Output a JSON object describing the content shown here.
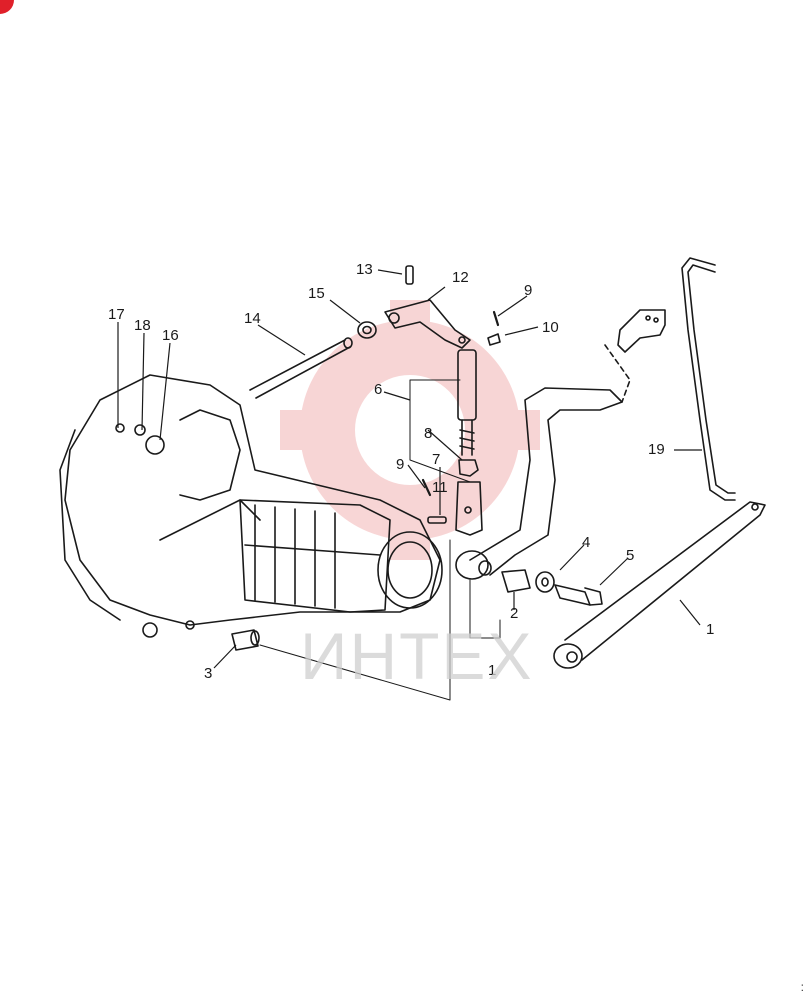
{
  "callouts": [
    {
      "id": "13",
      "text": "13"
    },
    {
      "id": "12",
      "text": "12"
    },
    {
      "id": "15",
      "text": "15"
    },
    {
      "id": "9a",
      "text": "9"
    },
    {
      "id": "10",
      "text": "10"
    },
    {
      "id": "14",
      "text": "14"
    },
    {
      "id": "17",
      "text": "17"
    },
    {
      "id": "18",
      "text": "18"
    },
    {
      "id": "16",
      "text": "16"
    },
    {
      "id": "6",
      "text": "6"
    },
    {
      "id": "8",
      "text": "8"
    },
    {
      "id": "7",
      "text": "7"
    },
    {
      "id": "9b",
      "text": "9"
    },
    {
      "id": "11",
      "text": "11"
    },
    {
      "id": "19",
      "text": "19"
    },
    {
      "id": "4",
      "text": "4"
    },
    {
      "id": "5",
      "text": "5"
    },
    {
      "id": "2",
      "text": "2"
    },
    {
      "id": "1a",
      "text": "1"
    },
    {
      "id": "1b",
      "text": "1"
    },
    {
      "id": "3",
      "text": "3"
    }
  ],
  "watermark": {
    "text": "ИНТЕХ",
    "color": "#e0202a"
  },
  "colors": {
    "line": "#1a1a1a",
    "watermark_red": "#e0202a"
  }
}
